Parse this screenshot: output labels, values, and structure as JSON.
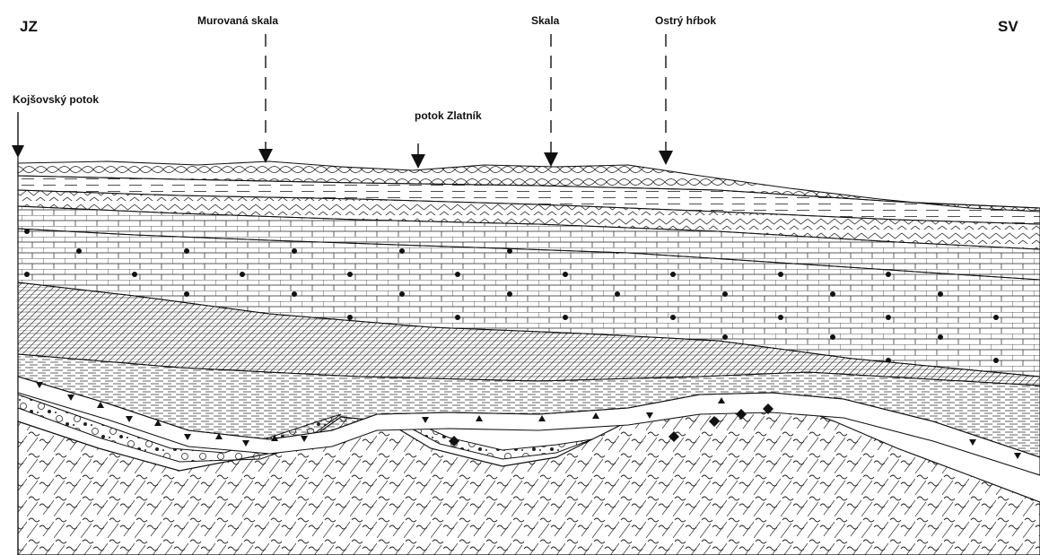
{
  "orientation": {
    "left": "JZ",
    "right": "SV"
  },
  "localities": [
    {
      "id": "kojsovsky-potok",
      "name": "Kojšovský potok"
    },
    {
      "id": "murovana-skala",
      "name": "Murovaná skala"
    },
    {
      "id": "potok-zlatnik",
      "name": "potok Zlatník"
    },
    {
      "id": "skala",
      "name": "Skala"
    },
    {
      "id": "ostry-hrbok",
      "name": "Ostrý hŕbok"
    }
  ],
  "colors": {
    "line": "#1a1a1a",
    "background": "#ffffff"
  }
}
